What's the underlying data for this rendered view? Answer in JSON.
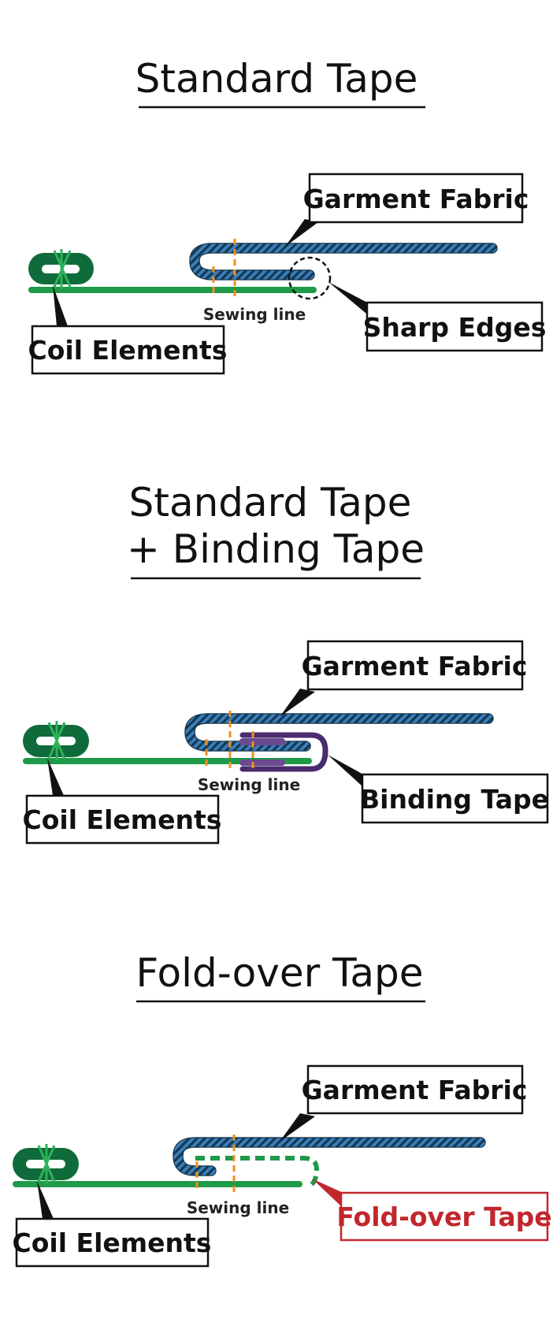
{
  "panels": [
    {
      "title_lines": [
        "Standard Tape"
      ],
      "labels": {
        "garment_fabric": "Garment Fabric",
        "coil_elements": "Coil Elements",
        "sewing_line": "Sewing line",
        "edge_callout": "Sharp Edges"
      }
    },
    {
      "title_lines": [
        "Standard Tape",
        "+ Binding Tape"
      ],
      "labels": {
        "garment_fabric": "Garment Fabric",
        "coil_elements": "Coil Elements",
        "sewing_line": "Sewing line",
        "edge_callout": "Binding Tape"
      }
    },
    {
      "title_lines": [
        "Fold-over Tape"
      ],
      "labels": {
        "garment_fabric": "Garment Fabric",
        "coil_elements": "Coil Elements",
        "sewing_line": "Sewing line",
        "edge_callout": "Fold-over Tape"
      }
    }
  ],
  "colors": {
    "tape_green": "#1f9a48",
    "coil_dark_green": "#0f6b3a",
    "fabric_blue": "#3a7fbf",
    "sewing_orange": "#f0901e",
    "binding_purple": "#4a2c6e",
    "foldover_red": "#c1272d"
  }
}
